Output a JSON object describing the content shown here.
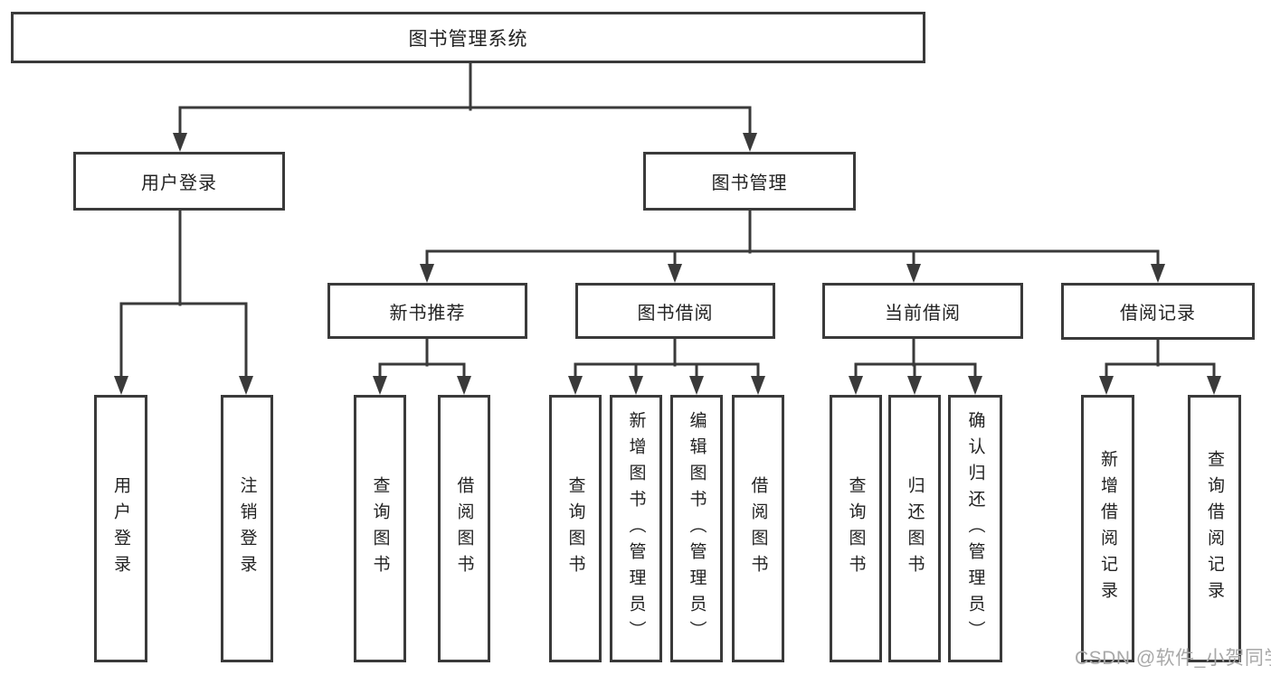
{
  "diagram": {
    "root": {
      "label": "图书管理系统"
    },
    "level2": [
      {
        "label": "用户登录",
        "parent": "图书管理系统"
      },
      {
        "label": "图书管理",
        "parent": "图书管理系统"
      }
    ],
    "level3": [
      {
        "label": "新书推荐",
        "parent": "图书管理"
      },
      {
        "label": "图书借阅",
        "parent": "图书管理"
      },
      {
        "label": "当前借阅",
        "parent": "图书管理"
      },
      {
        "label": "借阅记录",
        "parent": "图书管理"
      }
    ],
    "leaves": [
      {
        "label": "用户登录",
        "parent": "用户登录"
      },
      {
        "label": "注销登录",
        "parent": "用户登录"
      },
      {
        "label": "查询图书",
        "parent": "新书推荐"
      },
      {
        "label": "借阅图书",
        "parent": "新书推荐"
      },
      {
        "label": "查询图书",
        "parent": "图书借阅"
      },
      {
        "label": "新增图书（管理员）",
        "parent": "图书借阅"
      },
      {
        "label": "编辑图书（管理员）",
        "parent": "图书借阅"
      },
      {
        "label": "借阅图书",
        "parent": "图书借阅"
      },
      {
        "label": "查询图书",
        "parent": "当前借阅"
      },
      {
        "label": "归还图书",
        "parent": "当前借阅"
      },
      {
        "label": "确认归还（管理员）",
        "parent": "当前借阅"
      },
      {
        "label": "新增借阅记录",
        "parent": "借阅记录"
      },
      {
        "label": "查询借阅记录",
        "parent": "借阅记录"
      }
    ]
  },
  "watermark": "CSDN @软件_小贺同学",
  "colors": {
    "line": "#3a3a3a",
    "text": "#222222",
    "background": "#ffffff",
    "watermark": "#a8a8a8"
  }
}
